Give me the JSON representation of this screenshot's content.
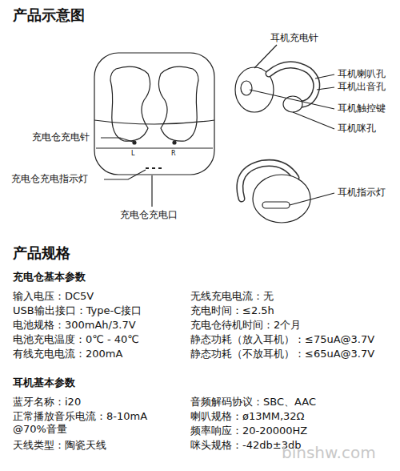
{
  "diagram": {
    "title": "产品示意图",
    "labels": [
      "耳机充电针",
      "耳机喇叭孔",
      "耳机出音孔",
      "耳机触控键",
      "耳机咪孔",
      "耳机指示灯",
      "充电仓充电针",
      "充电仓充电指示灯",
      "充电仓充电口",
      "L",
      "R",
      "产品规格",
      "充电仓基本参数",
      "输入电压：DC5V",
      "USB输出接口：Type-C接口",
      "电池规格：300mAh/3.7V",
      "电池充电温度：0℃ - 40℃",
      "有线充电电流：200mA",
      "无线充电电流：无",
      "充电时间：≤2.5h",
      "充电仓待机时间：2个月",
      "静态功耗（放入耳机）：≤75uA@3.7V",
      "静态功耗（不放耳机）：≤65uA@3.7V",
      "耳机基本参数",
      "蓝牙名称：i20",
      "正常播放音乐电流：8-10mA @70%音量",
      "天线类型：陶瓷天线",
      "音频解码协议：SBC、AAC",
      "喇叭规格：ø13MM,32Ω",
      "频率响应：20-20000HZ",
      "咪头规格：-42db±3db",
      "binshw.com"
    ]
  }
}
